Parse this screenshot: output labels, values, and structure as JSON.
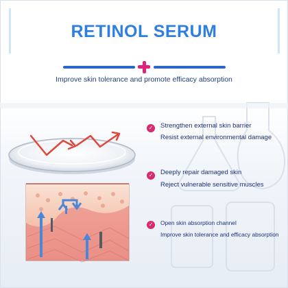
{
  "title": "RETINOL SERUM",
  "subtitle": "Improve skin tolerance and promote efficacy absorption",
  "features": [
    {
      "icon": "check-icon",
      "lines": [
        "Strengthen external skin barrier",
        "Resist external environmental damage"
      ]
    },
    {
      "icon": "check-icon",
      "lines": [
        "Deeply repair damaged skin",
        "Reject vulnerable sensitive muscles"
      ]
    },
    {
      "icon": "check-icon",
      "lines": [
        "Open skin absorption channel",
        "Improve skin tolerance and efficacy absorption"
      ]
    }
  ],
  "colors": {
    "title_blue": "#2f7fe0",
    "line_blue": "#2b67c9",
    "accent_pink": "#e0237a",
    "text_navy": "#1c2f7a"
  },
  "check_glyph": "✓"
}
